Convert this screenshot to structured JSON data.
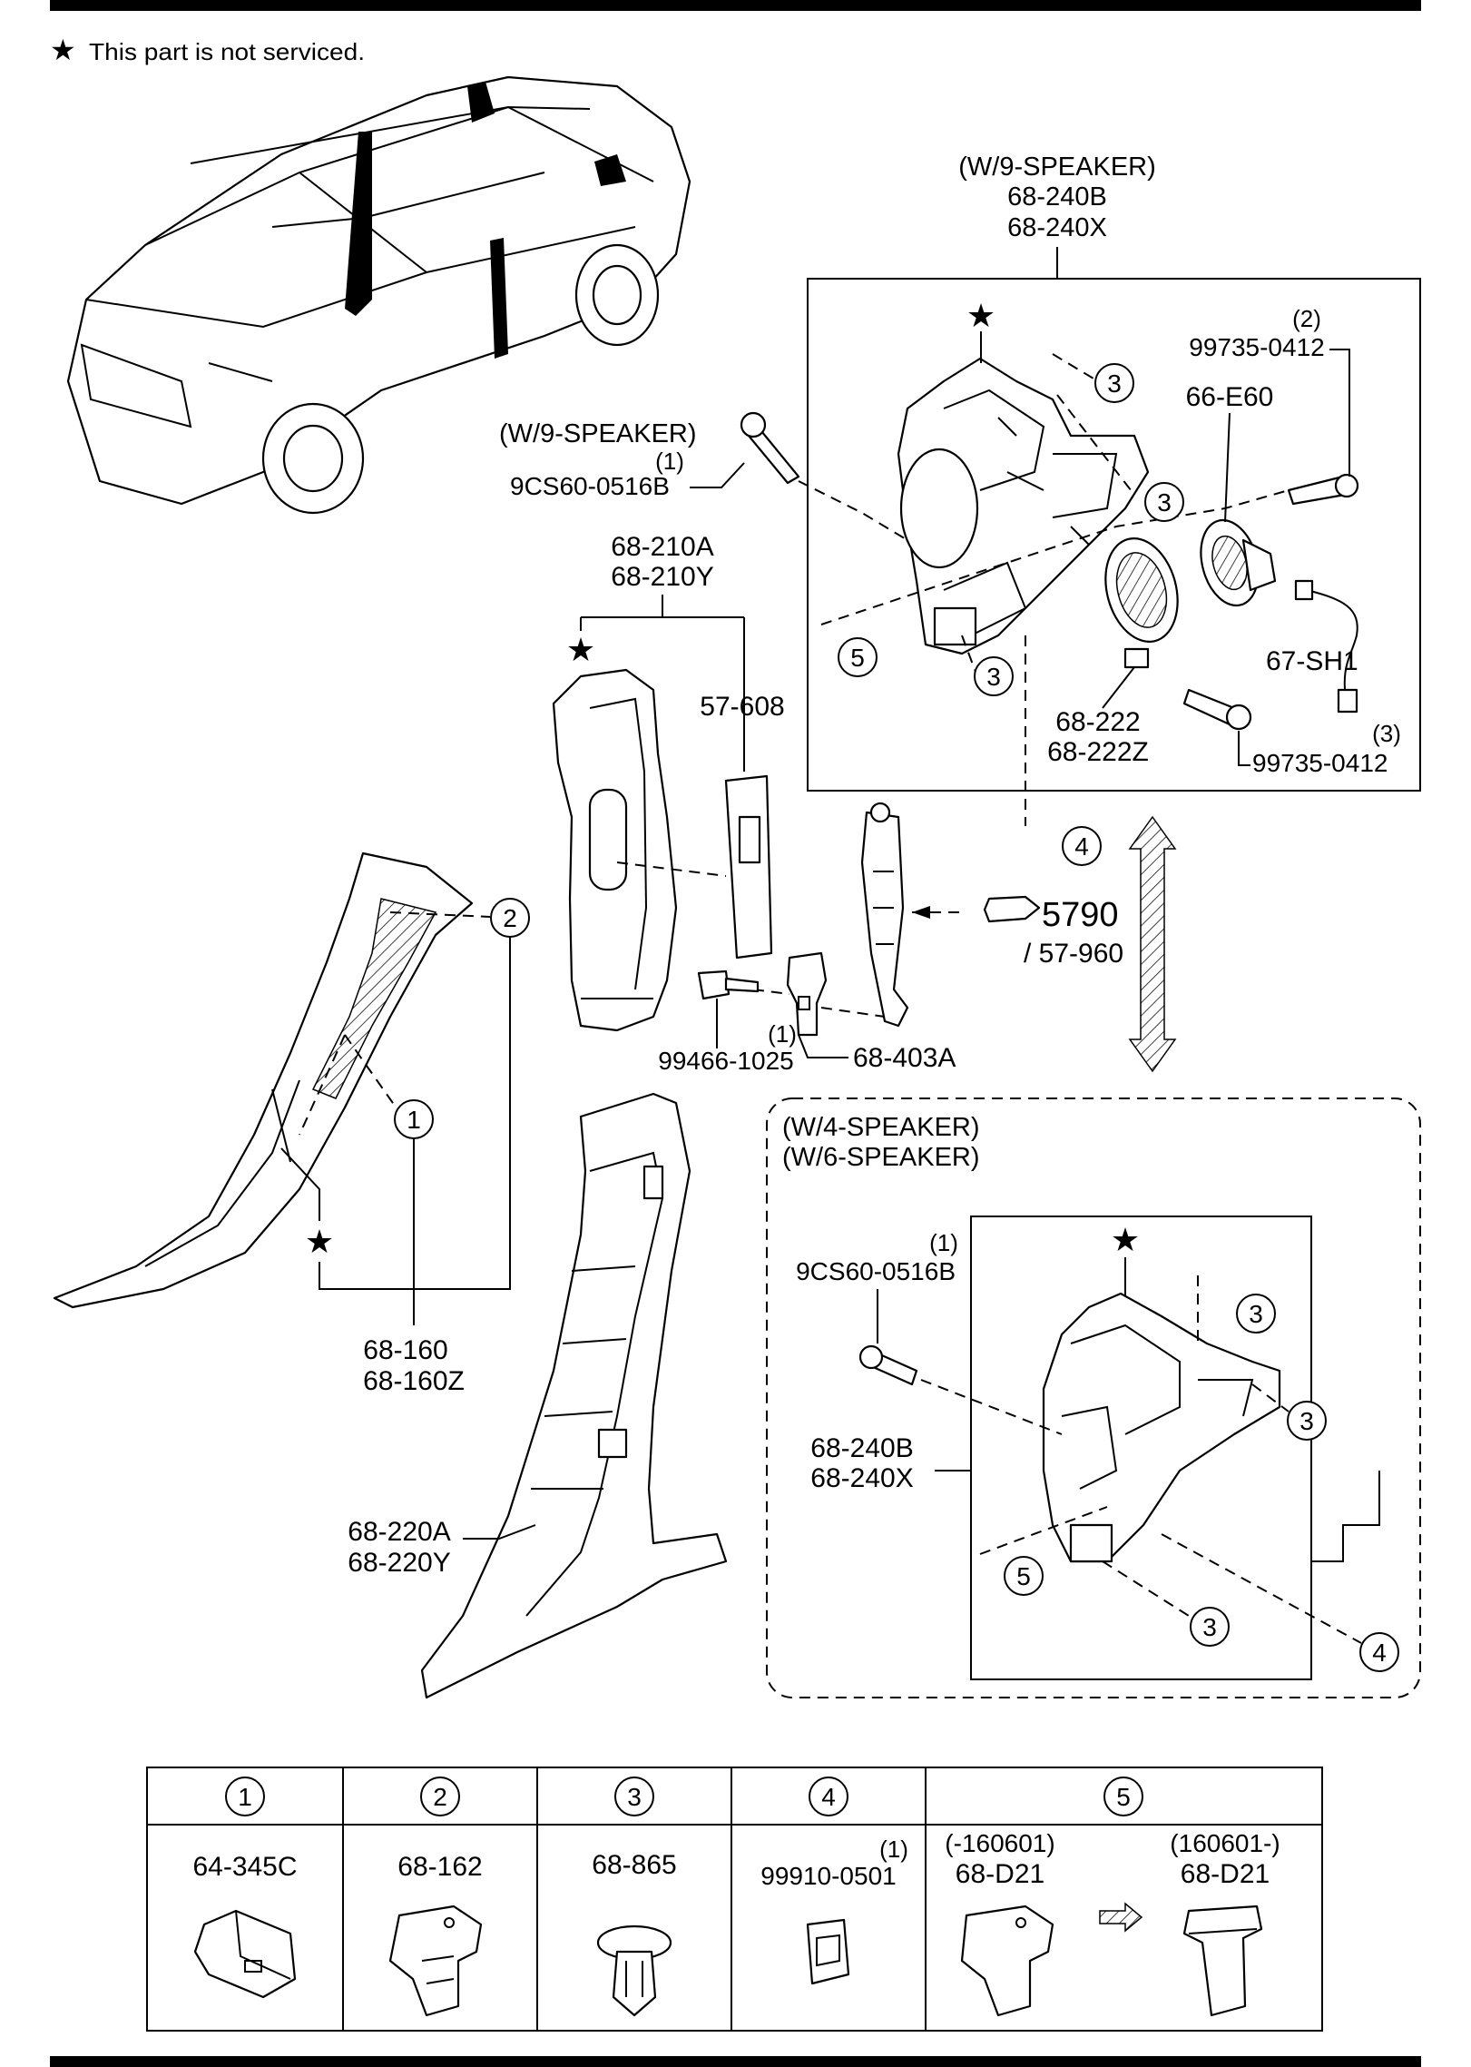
{
  "note": {
    "star": "★",
    "text": "This part is not serviced."
  },
  "callouts": [
    "1",
    "2",
    "3",
    "4",
    "5"
  ],
  "w9_group": {
    "header": "(W/9-SPEAKER)",
    "parts": [
      "68-240B",
      "68-240X"
    ],
    "qty_2": "(2)",
    "screw_2": "99735-0412",
    "unit": "66-E60",
    "harness": "67-SH1",
    "tweeter_parts": [
      "68-222",
      "68-222Z"
    ],
    "qty_3": "(3)",
    "screw_3": "99735-0412"
  },
  "w9_screw": {
    "header": "(W/9-SPEAKER)",
    "qty": "(1)",
    "part": "9CS60-0516B"
  },
  "bpillar_upper": {
    "parts": [
      "68-210A",
      "68-210Y"
    ],
    "strip": "57-608"
  },
  "seatbelt": {
    "ref": "5790",
    "ref_sub": "/ 57-960"
  },
  "bolt": {
    "part": "99466-1025",
    "qty": "(1)",
    "bracket": "68-403A"
  },
  "apillar": {
    "parts": [
      "68-160",
      "68-160Z"
    ]
  },
  "bpillar_lower": {
    "parts": [
      "68-220A",
      "68-220Y"
    ]
  },
  "w46_group": {
    "headers": [
      "(W/4-SPEAKER)",
      "(W/6-SPEAKER)"
    ],
    "screw_qty": "(1)",
    "screw": "9CS60-0516B",
    "parts": [
      "68-240B",
      "68-240X"
    ]
  },
  "table": {
    "headers": [
      "1",
      "2",
      "3",
      "4",
      "5"
    ],
    "cells": [
      {
        "part": "64-345C"
      },
      {
        "part": "68-162"
      },
      {
        "part": "68-865"
      },
      {
        "qty": "(1)",
        "part": "99910-0501"
      },
      {
        "left_date": "(-160601)",
        "left_part": "68-D21",
        "right_date": "(160601-)",
        "right_part": "68-D21"
      }
    ]
  }
}
